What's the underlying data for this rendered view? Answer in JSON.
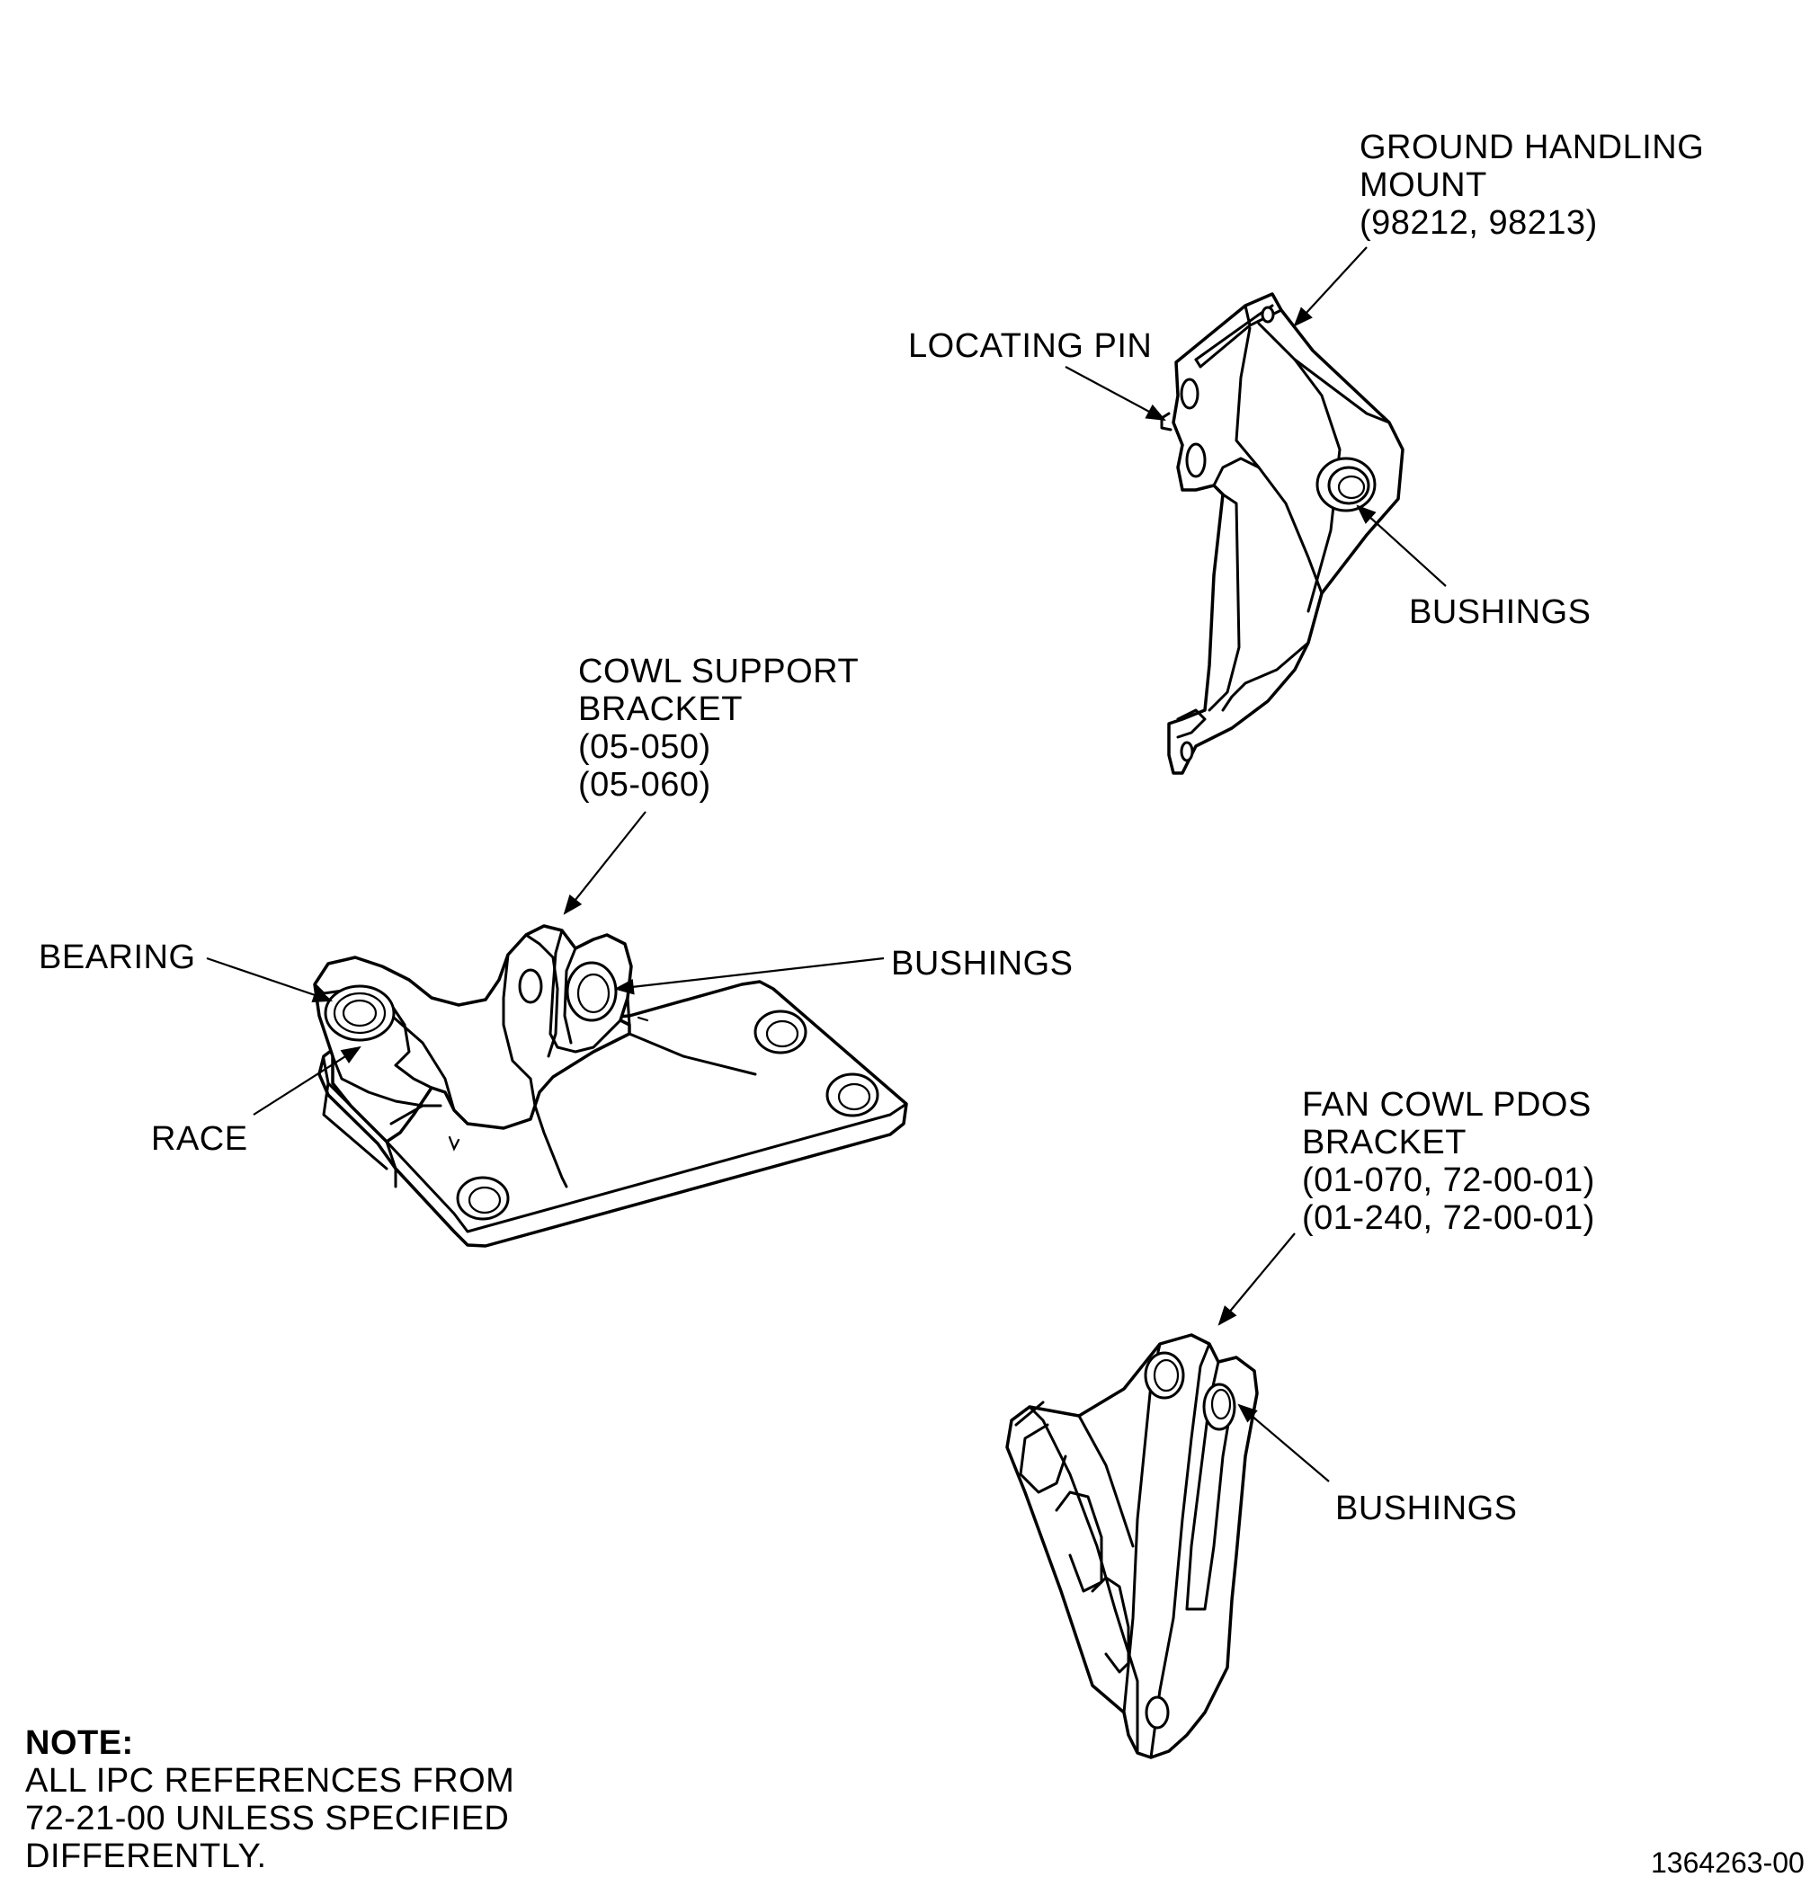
{
  "labels": {
    "ground_handling_mount": [
      "GROUND HANDLING",
      "MOUNT",
      "(98212, 98213)"
    ],
    "locating_pin": "LOCATING PIN",
    "bushings_top": "BUSHINGS",
    "cowl_support_bracket": [
      "COWL SUPPORT",
      "BRACKET",
      "(05-050)",
      "(05-060)"
    ],
    "bearing": "BEARING",
    "bushings_middle": "BUSHINGS",
    "race": "RACE",
    "fan_cowl_pdos_bracket": [
      "FAN COWL PDOS",
      "BRACKET",
      "(01-070, 72-00-01)",
      "(01-240, 72-00-01)"
    ],
    "bushings_bottom": "BUSHINGS"
  },
  "note": {
    "title": "NOTE:",
    "lines": [
      "ALL IPC REFERENCES FROM",
      "72-21-00 UNLESS SPECIFIED",
      "DIFFERENTLY."
    ]
  },
  "figure_ref": "1364263-00"
}
